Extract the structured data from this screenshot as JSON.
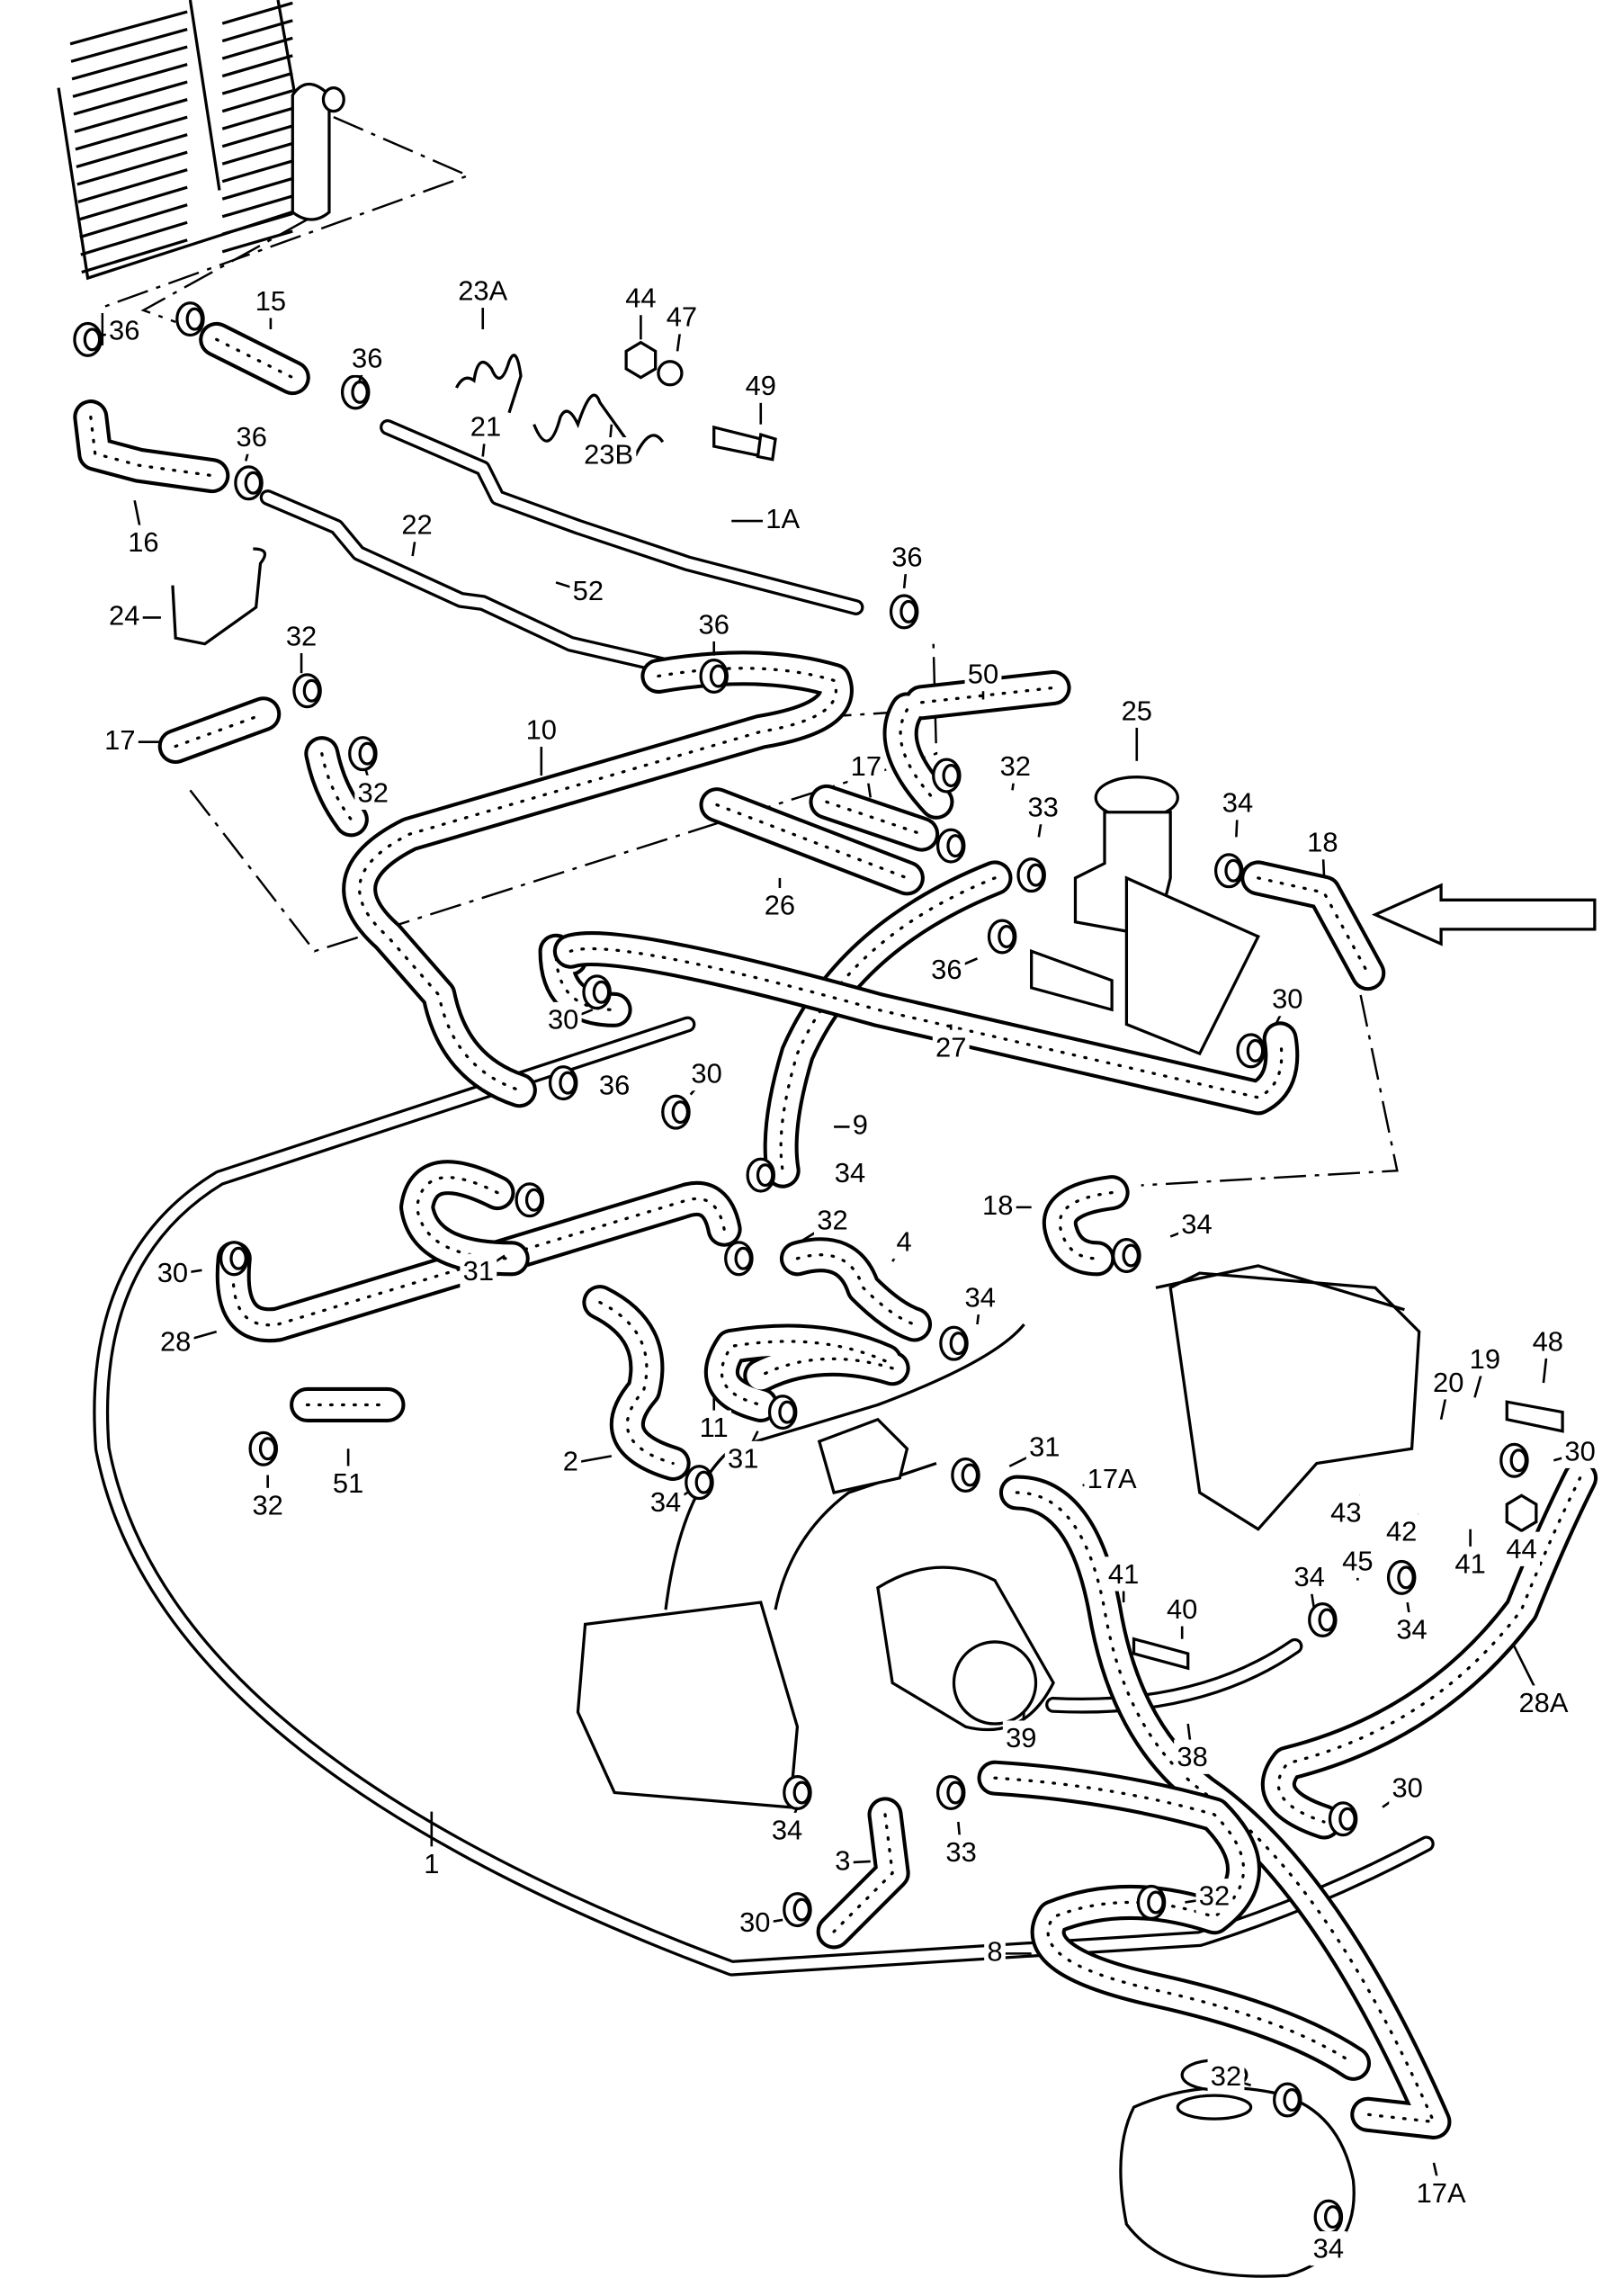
{
  "diagram": {
    "labels": [
      "15",
      "36",
      "36",
      "23A",
      "44",
      "47",
      "49",
      "21",
      "23B",
      "16",
      "36",
      "22",
      "1A",
      "52",
      "36",
      "24",
      "32",
      "36",
      "17",
      "32",
      "10",
      "50",
      "25",
      "17",
      "32",
      "33",
      "34",
      "18",
      "26",
      "36",
      "30",
      "30",
      "27",
      "36",
      "30",
      "9",
      "34",
      "32",
      "18",
      "34",
      "4",
      "30",
      "31",
      "34",
      "28",
      "20",
      "19",
      "48",
      "11",
      "31",
      "2",
      "34",
      "32",
      "51",
      "31",
      "17A",
      "30",
      "43",
      "42",
      "41",
      "44",
      "41",
      "40",
      "45",
      "34",
      "34",
      "39",
      "38",
      "28A",
      "1",
      "34",
      "33",
      "30",
      "3",
      "30",
      "32",
      "8",
      "32",
      "17A",
      "34"
    ],
    "arrow_icon": "direction-arrow-left"
  }
}
